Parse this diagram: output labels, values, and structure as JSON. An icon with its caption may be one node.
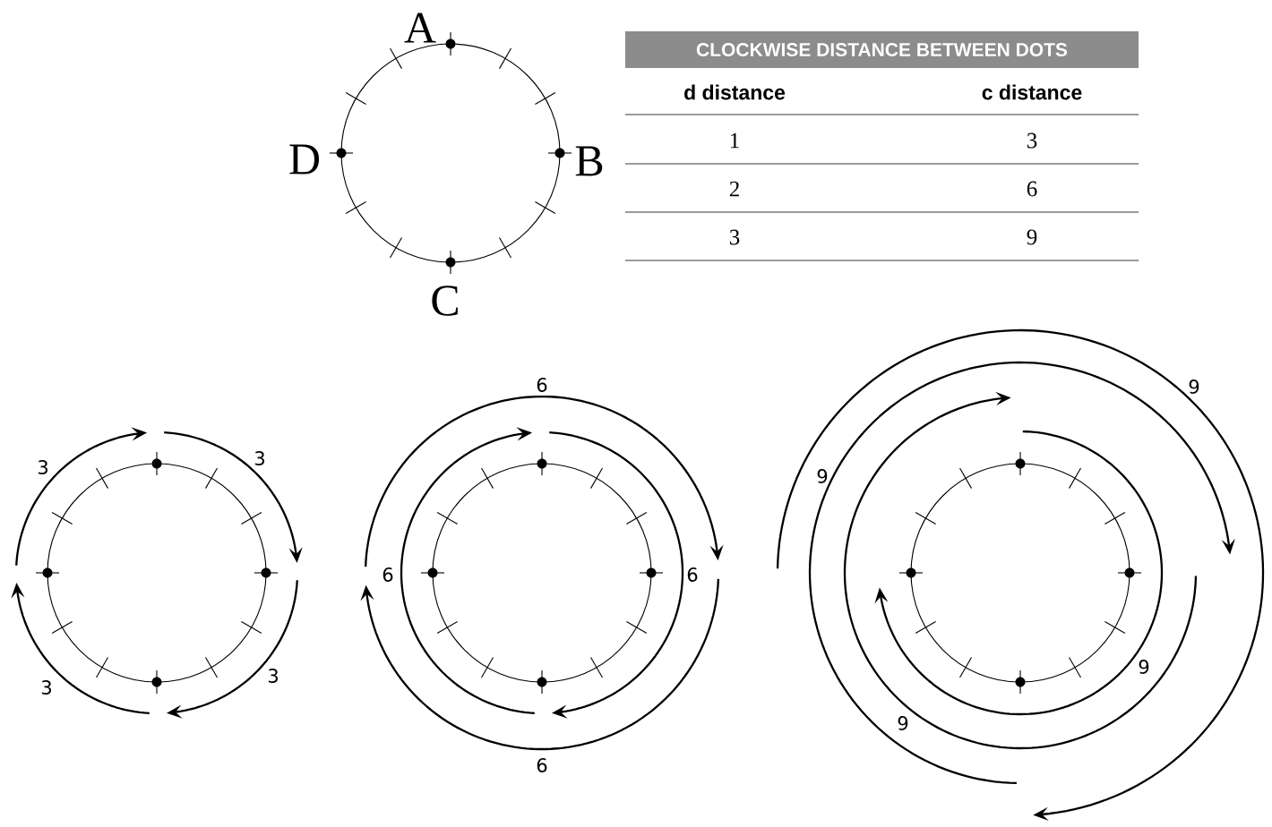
{
  "diagram": {
    "labels": [
      "A",
      "CLOCKWISE DISTANCE BETWEEN DOTS",
      "d distance",
      "c distance",
      "D",
      "B",
      "1",
      "3",
      "2",
      "6",
      "3",
      "9",
      "C",
      "6",
      "9",
      "3",
      "3",
      "9",
      "6",
      "6",
      "9",
      "3",
      "3",
      "9",
      "6"
    ]
  }
}
